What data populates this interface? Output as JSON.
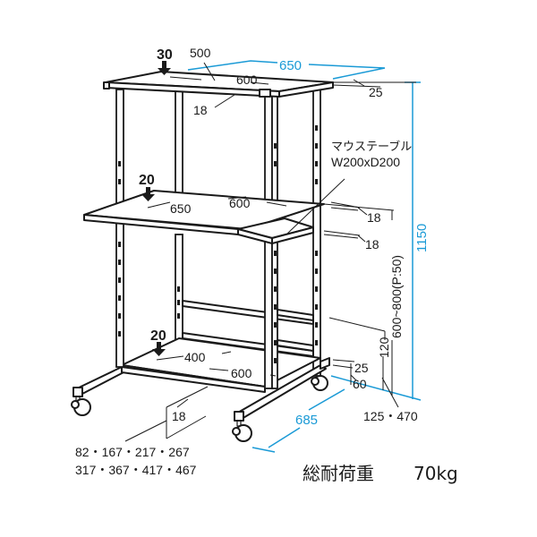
{
  "diagram": {
    "title": "Computer desk / rack dimension drawing",
    "colors": {
      "line": "#1a1a1a",
      "dimension_blue": "#1a9ad6",
      "background": "#ffffff"
    },
    "top_shelf": {
      "load_kg": "30",
      "depth": "500",
      "width": "600",
      "thickness": "18",
      "overhang": "25"
    },
    "overall": {
      "width": "650",
      "height": "1150",
      "depth": "685"
    },
    "mouse_table": {
      "label": "マウステーブル",
      "size": "W200xD200",
      "thickness": "18"
    },
    "middle_shelf": {
      "load_kg": "20",
      "depth": "650",
      "width": "600",
      "thickness": "18",
      "height_range": "600~800(P:50)"
    },
    "bottom_shelf": {
      "load_kg": "20",
      "depth": "400",
      "width": "600",
      "thickness": "18",
      "offset_top": "25",
      "offset_bottom": "60",
      "clearance": "120"
    },
    "side_positions": "125・470",
    "shelf_positions_line1": "82・167・217・267",
    "shelf_positions_line2": "317・367・417・467",
    "total_load_label": "総耐荷重",
    "total_load_value": "70kg"
  }
}
